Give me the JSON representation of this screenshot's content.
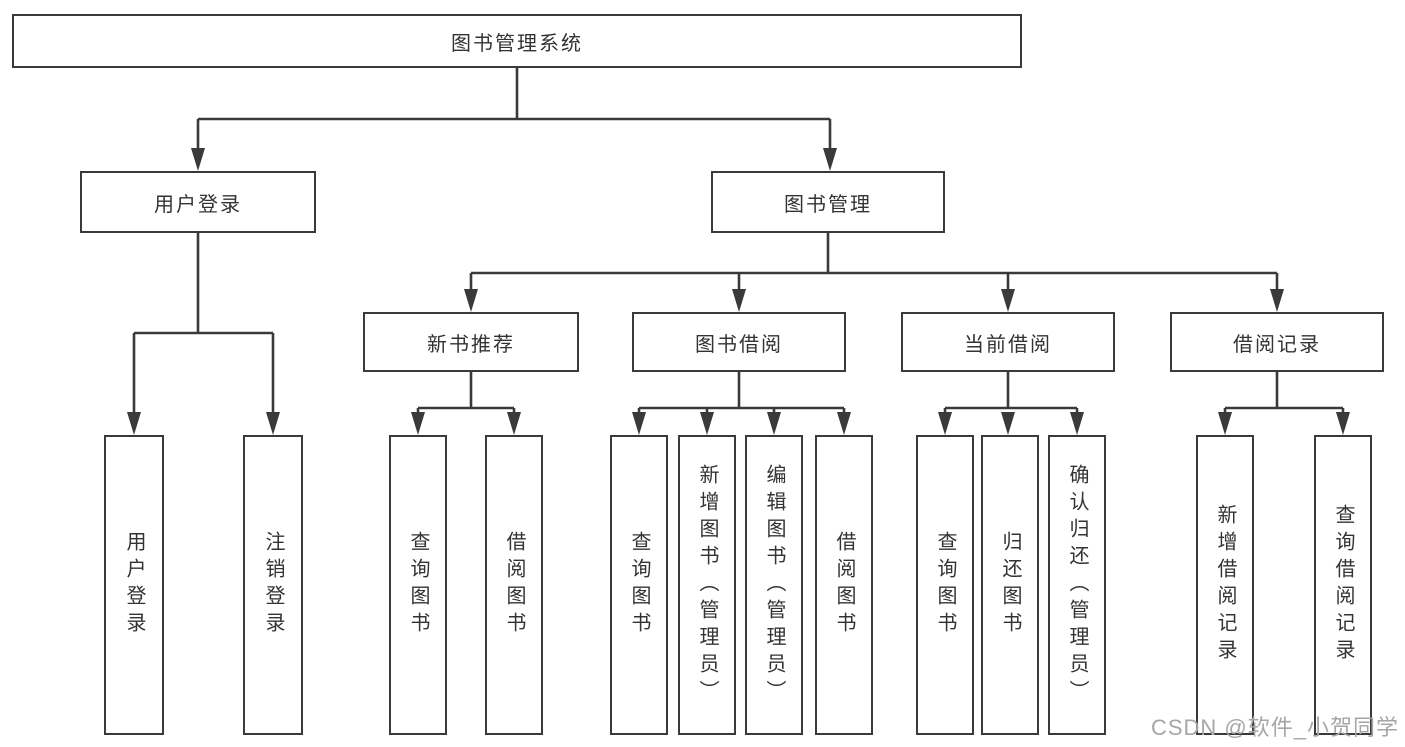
{
  "diagram": {
    "title_node": {
      "label": "图书管理系统"
    },
    "level2": [
      {
        "id": "user-login",
        "label": "用户登录"
      },
      {
        "id": "book-management",
        "label": "图书管理"
      }
    ],
    "level3": [
      {
        "id": "new-book-recommend",
        "label": "新书推荐"
      },
      {
        "id": "book-borrow",
        "label": "图书借阅"
      },
      {
        "id": "current-borrow",
        "label": "当前借阅"
      },
      {
        "id": "borrow-records",
        "label": "借阅记录"
      }
    ],
    "leaves": [
      {
        "id": "user-login",
        "parent": "用户登录",
        "label": "用户登录"
      },
      {
        "id": "logout",
        "parent": "用户登录",
        "label": "注销登录"
      },
      {
        "id": "query-books-recommend",
        "parent": "新书推荐",
        "label": "查询图书"
      },
      {
        "id": "borrow-books-recommend",
        "parent": "新书推荐",
        "label": "借阅图书"
      },
      {
        "id": "query-books-borrow",
        "parent": "图书借阅",
        "label": "查询图书"
      },
      {
        "id": "add-books-admin",
        "parent": "图书借阅",
        "label": "新增图书（管理员）"
      },
      {
        "id": "edit-books-admin",
        "parent": "图书借阅",
        "label": "编辑图书（管理员）"
      },
      {
        "id": "borrow-books",
        "parent": "图书借阅",
        "label": "借阅图书"
      },
      {
        "id": "query-books-current",
        "parent": "当前借阅",
        "label": "查询图书"
      },
      {
        "id": "return-books",
        "parent": "当前借阅",
        "label": "归还图书"
      },
      {
        "id": "confirm-return-admin",
        "parent": "当前借阅",
        "label": "确认归还（管理员）"
      },
      {
        "id": "add-borrow-record",
        "parent": "借阅记录",
        "label": "新增借阅记录"
      },
      {
        "id": "query-borrow-record",
        "parent": "借阅记录",
        "label": "查询借阅记录"
      }
    ]
  },
  "watermark": {
    "text": "CSDN @软件_小贺同学"
  },
  "colors": {
    "line": "#3a3a3a",
    "text": "#333333",
    "background": "#ffffff",
    "watermark": "#a6a6a6"
  }
}
